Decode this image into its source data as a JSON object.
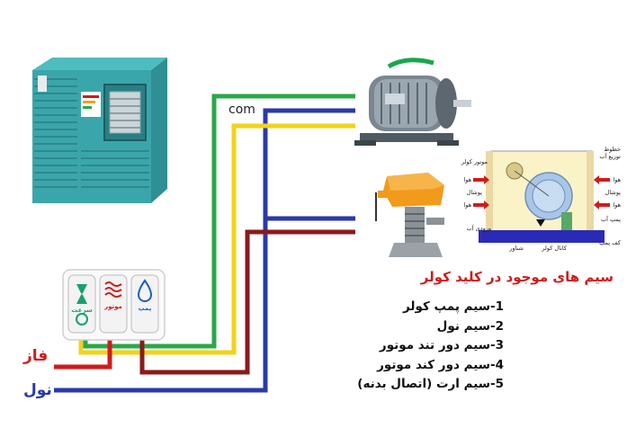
{
  "labels": {
    "com": "com",
    "phase": "فاز",
    "neutral": "نول"
  },
  "legend": {
    "title": "سیم های موجود در کلید کولر",
    "items": [
      "1-سیم پمپ کولر",
      "2-سیم نول",
      "3-سیم دور تند موتور",
      "4-سیم دور کند موتور",
      "5-سیم ارت (اتصال بدنه)"
    ]
  },
  "switch_buttons": [
    {
      "label": "سرعت",
      "color": "#1aa06b"
    },
    {
      "label": "موتور",
      "color": "#d11b1b"
    },
    {
      "label": "پمپ",
      "color": "#1f5fc0"
    }
  ],
  "schematic": {
    "top_right_1": "خطوط",
    "top_right_2": "توزیع آب",
    "motor_cooler": "موتور کولر",
    "air_left_1": "هوا",
    "pad_left": "پوشال",
    "air_left_2": "هوا",
    "air_right_1": "هوا",
    "pad_right": "پوشال",
    "air_right_2": "هوا",
    "pump_water": "پمپ آب",
    "water_inlet": "ورودی آب",
    "float": "شناور",
    "cooler_channel": "کانال کولر",
    "pump_base": "کف پمپ"
  },
  "colors": {
    "green": "#2aa84a",
    "blue": "#2a3aa8",
    "yellow": "#f2d21b",
    "dark_red": "#8b1a1a",
    "red": "#d11b1b"
  }
}
